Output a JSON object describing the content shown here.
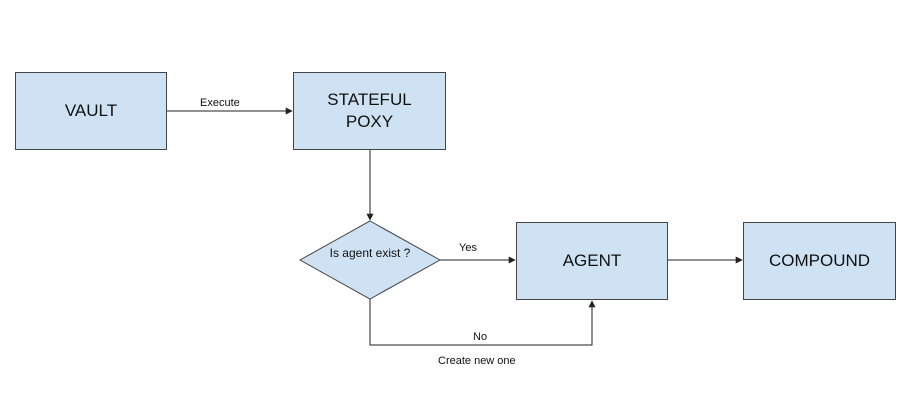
{
  "nodes": {
    "vault": "VAULT",
    "stateful_proxy": "STATEFUL POXY",
    "decision": "Is agent exist ?",
    "agent": "AGENT",
    "compound": "COMPOUND"
  },
  "edges": {
    "execute": "Execute",
    "yes": "Yes",
    "no": "No",
    "create_new": "Create new one"
  },
  "colors": {
    "node_fill": "#cfe2f3",
    "node_stroke": "#444444",
    "line": "#222222"
  }
}
